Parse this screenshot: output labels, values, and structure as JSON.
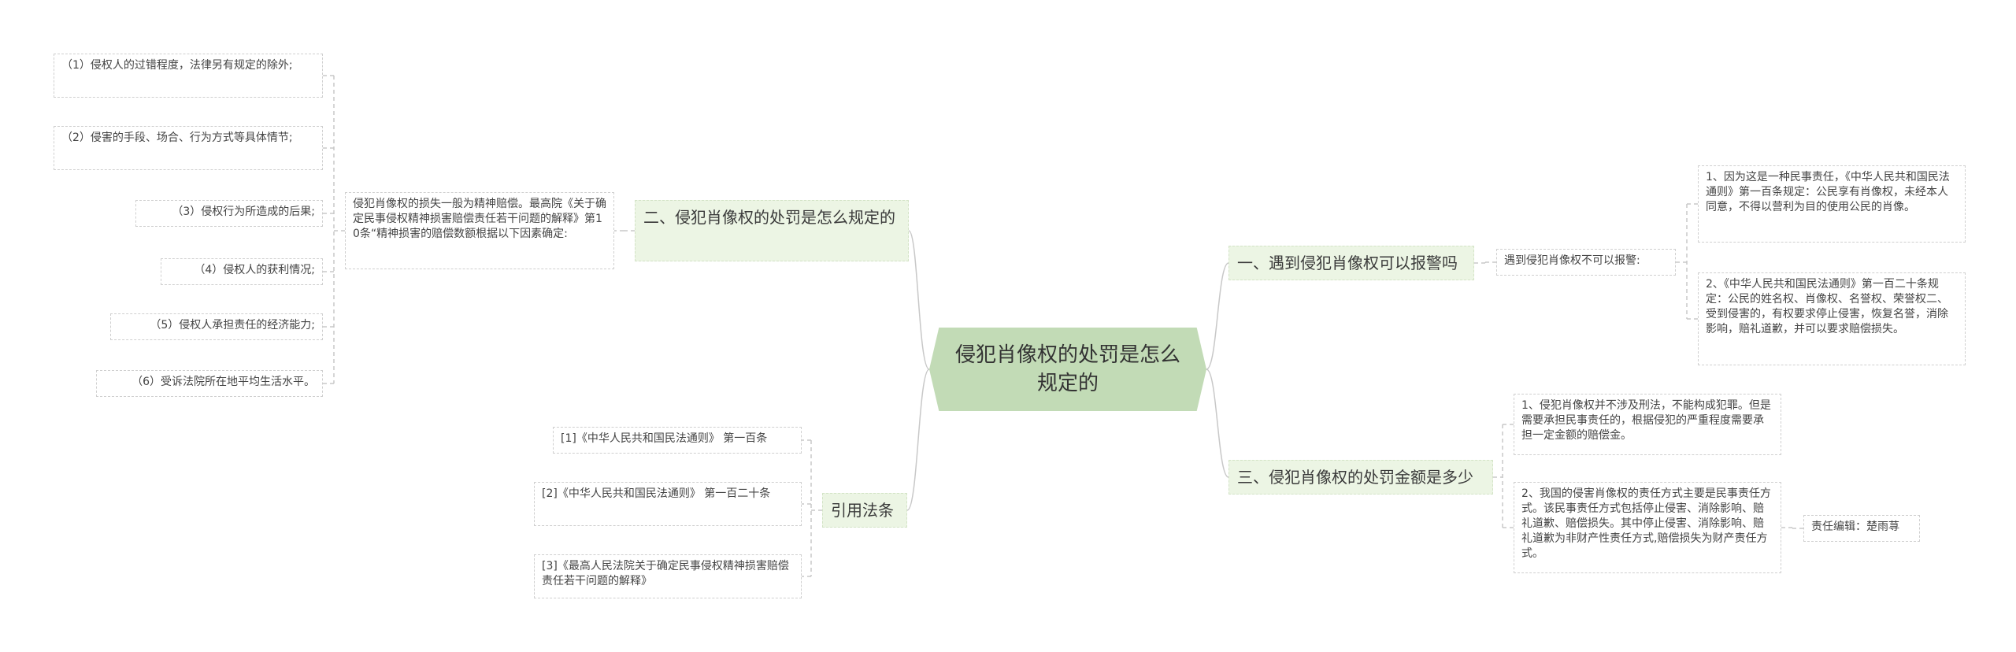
{
  "root": {
    "title": "侵犯肖像权的处罚是怎么规定的"
  },
  "left": {
    "punish": {
      "label": "二、侵犯肖像权的处罚是怎么规定的",
      "detail": "侵犯肖像权的损失一般为精神赔偿。最高院《关于确定民事侵权精神损害赔偿责任若干问题的解释》第10条“精神损害的赔偿数额根据以下因素确定:",
      "factors": [
        "（1）侵权人的过错程度，法律另有规定的除外;",
        "（2）侵害的手段、场合、行为方式等具体情节;",
        "（3）侵权行为所造成的后果;",
        "（4）侵权人的获利情况;",
        "（5）侵权人承担责任的经济能力;",
        "（6）受诉法院所在地平均生活水平。"
      ]
    },
    "laws": {
      "label": "引用法条",
      "items": [
        "[1]《中华人民共和国民法通则》 第一百条",
        "[2]《中华人民共和国民法通则》 第一百二十条",
        "[3]《最高人民法院关于确定民事侵权精神损害赔偿责任若干问题的解释》"
      ]
    }
  },
  "right": {
    "police": {
      "label": "一、遇到侵犯肖像权可以报警吗",
      "answer": "遇到侵犯肖像权不可以报警:",
      "points": [
        "1、因为这是一种民事责任，《中华人民共和国民法通则》第一百条规定：公民享有肖像权，未经本人同意，不得以营利为目的使用公民的肖像。",
        "2、《中华人民共和国民法通则》第一百二十条规定：公民的姓名权、肖像权、名誉权、荣誉权二、受到侵害的，有权要求停止侵害，恢复名誉，消除影响，赔礼道歉，并可以要求赔偿损失。"
      ]
    },
    "amount": {
      "label": "三、侵犯肖像权的处罚金额是多少",
      "points": [
        "1、侵犯肖像权并不涉及刑法，不能构成犯罪。但是需要承担民事责任的，根据侵犯的严重程度需要承担一定金额的赔偿金。",
        "2、我国的侵害肖像权的责任方式主要是民事责任方式。该民事责任方式包括停止侵害、消除影响、赔礼道歉、赔偿损失。其中停止侵害、消除影响、赔礼道歉为非财产性责任方式,赔偿损失为财产责任方式。"
      ],
      "editor": "责任编辑：楚雨荨"
    }
  },
  "colors": {
    "root": "#c2dbb6",
    "branch": "#ecf5e4",
    "line": "#c8c8c8"
  }
}
